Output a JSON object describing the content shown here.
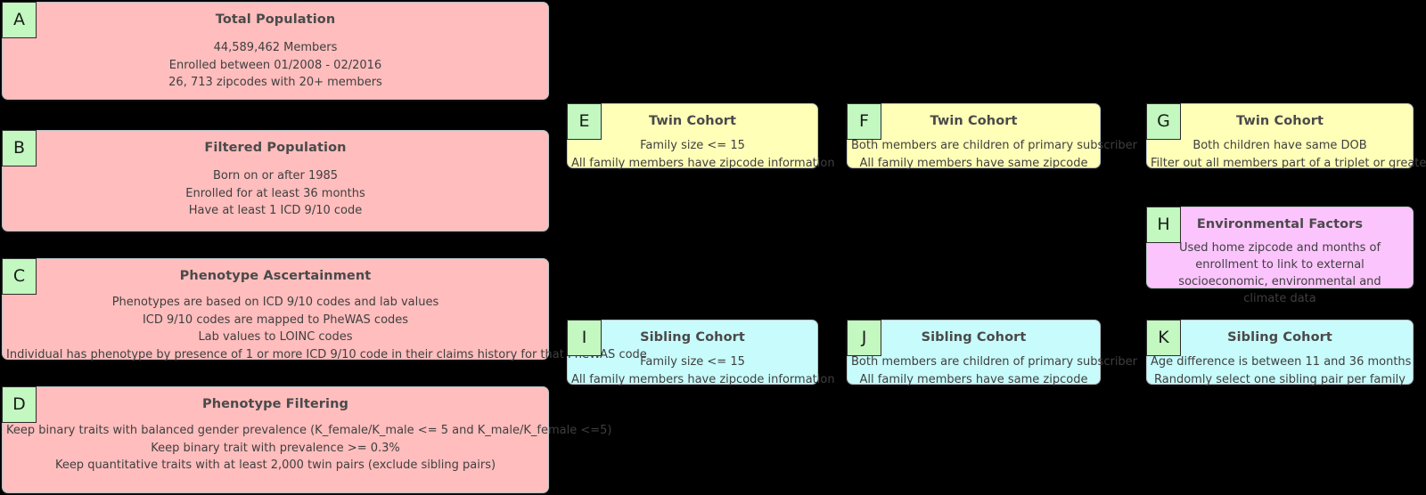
{
  "diagram": {
    "background": "#000000",
    "tag_color": "#c3f8c0",
    "colors": {
      "population": "#ffbdbd",
      "twin": "#ffffb8",
      "sibling": "#c8fbfb",
      "environment": "#fcc4fc"
    },
    "panels": [
      {
        "tag": "A",
        "title": "Total Population",
        "lines": [
          "44,589,462 Members",
          "Enrolled between 01/2008 - 02/2016",
          "26, 713 zipcodes with 20+ members"
        ],
        "dim": false
      },
      {
        "tag": "B",
        "title": "Filtered Population",
        "lines": [
          "Born on or after 1985",
          "Enrolled for at least 36 months",
          "Have at least 1 ICD 9/10 code"
        ],
        "dim": false
      },
      {
        "tag": "C",
        "title": "Phenotype Ascertainment",
        "lines": [
          "Phenotypes are based on ICD 9/10 codes and lab values",
          "ICD 9/10 codes are mapped to PheWAS codes",
          "Lab values to LOINC codes",
          "Individual has phenotype by presence of 1 or more ICD 9/10 code in their claims history for that PheWAS code"
        ],
        "dim": false
      },
      {
        "tag": "D",
        "title": "Phenotype Filtering",
        "lines": [
          "Keep binary traits with balanced gender prevalence (K_female/K_male <= 5 and K_male/K_female <=5)",
          "Keep binary trait with prevalence >= 0.3%",
          "Keep quantitative traits with at least 2,000 twin pairs (exclude sibling pairs)"
        ],
        "dim": false
      },
      {
        "tag": "E",
        "title": "Twin Cohort",
        "lines": [
          "Family size <= 15",
          "All family members have zipcode information"
        ],
        "dim": false
      },
      {
        "tag": "F",
        "title": "Twin Cohort",
        "lines": [
          "Both members are children of primary subscriber",
          "All family members have same zipcode"
        ],
        "dim": true
      },
      {
        "tag": "G",
        "title": "Twin Cohort",
        "lines": [
          "Both children have same DOB",
          "Filter out all members part of a triplet or greater"
        ],
        "dim": false
      },
      {
        "tag": "H",
        "title": "Environmental Factors",
        "lines": [
          "Used home zipcode and months of enrollment to link to external socioeconomic, environmental and climate data"
        ],
        "dim": false
      },
      {
        "tag": "I",
        "title": "Sibling Cohort",
        "lines": [
          "Family size <= 15",
          "All family members have zipcode information"
        ],
        "dim": false
      },
      {
        "tag": "J",
        "title": "Sibling Cohort",
        "lines": [
          "Both members are children of primary subscriber",
          "All family members have same zipcode"
        ],
        "dim": true
      },
      {
        "tag": "K",
        "title": "Sibling Cohort",
        "lines": [
          "Age difference is between 11 and 36 months",
          "Randomly select one sibling pair per family"
        ],
        "dim": false
      }
    ]
  }
}
